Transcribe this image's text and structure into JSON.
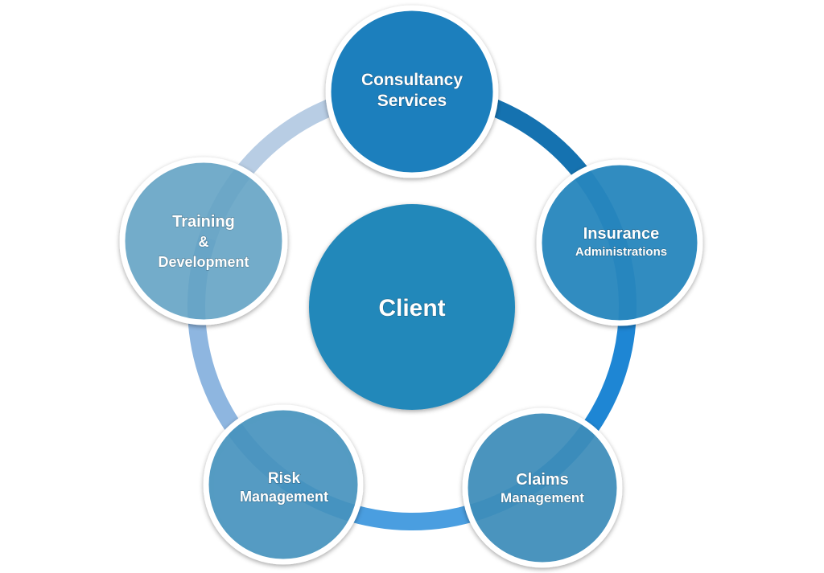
{
  "diagram": {
    "center": {
      "label": "Client",
      "color": "#2488ba"
    },
    "nodes": [
      {
        "id": "consultancy",
        "lines": [
          "Consultancy",
          "Services"
        ],
        "color": "#1a7fbd"
      },
      {
        "id": "insurance",
        "lines": [
          "Insurance",
          "Administrations"
        ],
        "color": "#2788c0"
      },
      {
        "id": "claims",
        "lines": [
          "Claims",
          "Management"
        ],
        "color": "#3d8fbc"
      },
      {
        "id": "risk",
        "lines": [
          "Risk",
          "Management"
        ],
        "color": "#4895c0"
      },
      {
        "id": "training",
        "lines": [
          "Training",
          "&",
          "Development"
        ],
        "color": "#67a6c8"
      }
    ],
    "ring_colors": {
      "top_right": "#1572b0",
      "right": "#1e86d4",
      "bottom": "#4a9ee0",
      "left": "#8eb6e0",
      "top_left": "#b8cde4"
    }
  }
}
